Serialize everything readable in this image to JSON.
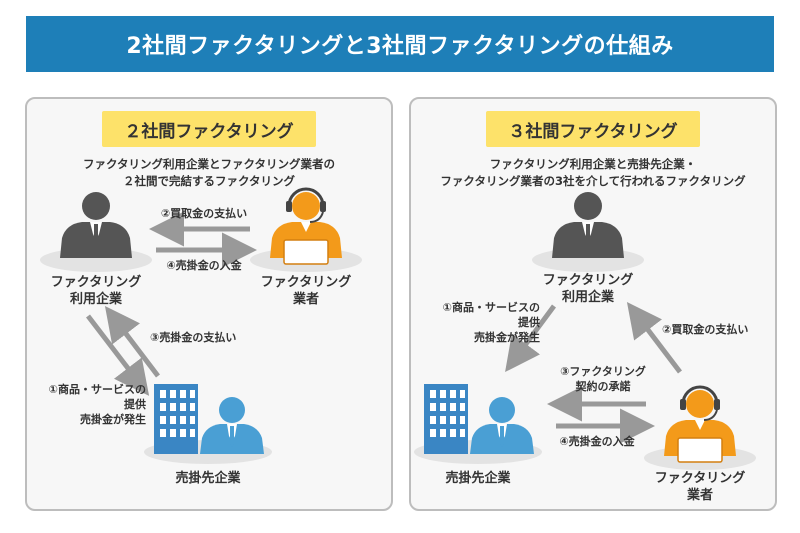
{
  "title": "2社間ファクタリングと3社間ファクタリングの仕組み",
  "colors": {
    "header_bg": "#1e7fb8",
    "badge_bg": "#fde26a",
    "person_gray": "#555555",
    "person_blue": "#4a9fd4",
    "person_orange": "#f39a1a",
    "arrow_gray": "#999999",
    "panel_bg": "#f7f7f7",
    "panel_border": "#bdbdbd"
  },
  "icons": [
    "person-gray-icon",
    "operator-orange-icon",
    "building-blue-icon",
    "person-blue-icon",
    "arrow-icon"
  ],
  "left": {
    "badge": "２社間ファクタリング",
    "desc": "ファクタリング利用企業とファクタリング業者の\n２社間で完結するファクタリング",
    "entities": {
      "user_company": "ファクタリング\n利用企業",
      "factor": "ファクタリング\n業者",
      "seller": "売掛先企業"
    },
    "arrows": {
      "purchase_payment": "②買取金の支払い",
      "receivable_deposit": "④売掛金の入金",
      "receivable_payment": "③売掛金の支払い",
      "goods_services": "①商品・サービスの\n提供\n売掛金が発生"
    }
  },
  "right": {
    "badge": "３社間ファクタリング",
    "desc": "ファクタリング利用企業と売掛先企業・\nファクタリング業者の3社を介して行われるファクタリング",
    "entities": {
      "user_company": "ファクタリング\n利用企業",
      "seller": "売掛先企業",
      "factor": "ファクタリング\n業者"
    },
    "arrows": {
      "goods_services": "①商品・サービスの\n提供\n売掛金が発生",
      "purchase_payment": "②買取金の支払い",
      "factoring_contract": "③ファクタリング\n契約の承諾",
      "receivable_deposit": "④売掛金の入金"
    }
  }
}
